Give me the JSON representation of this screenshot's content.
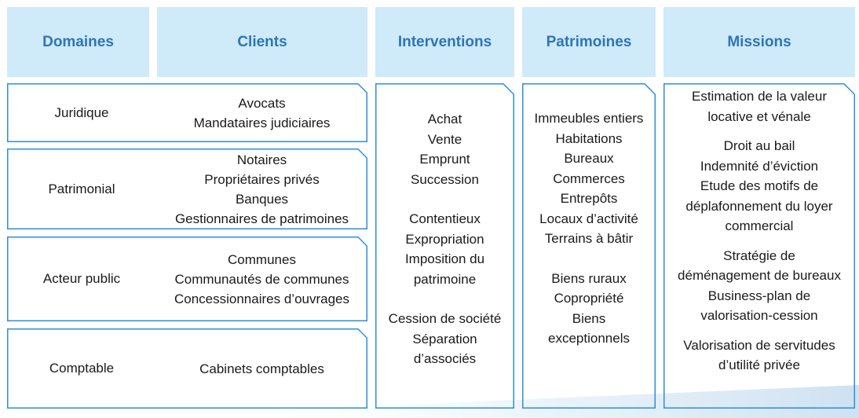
{
  "headers": {
    "domaines": "Domaines",
    "clients": "Clients",
    "interventions": "Interventions",
    "patrimoines": "Patrimoines",
    "missions": "Missions"
  },
  "rows": [
    {
      "domain": "Juridique",
      "clients": [
        "Avocats",
        "Mandataires judiciaires"
      ]
    },
    {
      "domain": "Patrimonial",
      "clients": [
        "Notaires",
        "Propriétaires privés",
        "Banques",
        "Gestionnaires de patrimoines"
      ]
    },
    {
      "domain": "Acteur public",
      "clients": [
        "Communes",
        "Communautés de communes",
        "Concessionnaires d’ouvrages"
      ]
    },
    {
      "domain": "Comptable",
      "clients": [
        "Cabinets comptables"
      ]
    }
  ],
  "interventions": [
    [
      "Achat",
      "Vente",
      "Emprunt",
      "Succession"
    ],
    [
      "Contentieux",
      "Expropriation",
      "Imposition du",
      "patrimoine"
    ],
    [
      "Cession de société",
      "Séparation",
      "d’associés"
    ]
  ],
  "patrimoines": [
    [
      "Immeubles entiers",
      "Habitations",
      "Bureaux",
      "Commerces",
      "Entrepôts",
      "Locaux d’activité",
      "Terrains à bâtir"
    ],
    [
      "Biens ruraux",
      "Copropriété",
      "Biens",
      "exceptionnels"
    ]
  ],
  "missions": [
    [
      "Estimation de la valeur",
      "locative et vénale"
    ],
    [
      "Droit au bail",
      "Indemnité d’éviction",
      "Etude des motifs de",
      "déplafonnement du loyer",
      "commercial"
    ],
    [
      "Stratégie de",
      "déménagement de bureaux",
      "Business-plan de",
      "valorisation-cession"
    ],
    [
      "Valorisation de servitudes",
      "d’utilité privée"
    ]
  ],
  "colors": {
    "header_bg": "#cfeaf9",
    "header_text": "#2e75b6",
    "border": "#2e8fd6",
    "body_text": "#1a1a1a"
  }
}
